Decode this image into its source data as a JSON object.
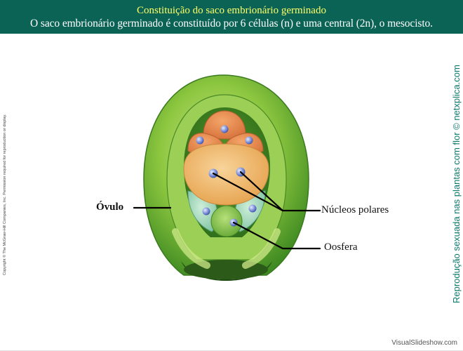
{
  "header": {
    "title": "Constituição do saco embrionário germinado",
    "subtitle": "O saco embrionário germinado é constituído por 6 células (n) e uma central (2n), o mesocisto."
  },
  "diagram": {
    "labels": {
      "ovulo": "Óvulo",
      "nucleos_polares": "Núcleos polares",
      "oosfera": "Oosfera"
    }
  },
  "credits": {
    "copyright": "Copyright © The McGraw-Hill Companies, Inc. Permission required for reproduction or display.",
    "side": "Reprodução sexuada nas plantas com flor © netxplica.com",
    "footer": "VisualSlideshow.com"
  },
  "colors": {
    "header_bg": "#0b6355",
    "title_text": "#ffff66",
    "ovule_green": "#6fb83a",
    "antipodal_orange": "#e88a4a",
    "central_cell": "#f0b36a",
    "synergid_teal": "#9fd6b8",
    "egg_green": "#7fc24a",
    "nucleus_blue": "#6f86d6",
    "side_credit": "#0b7a6c"
  }
}
